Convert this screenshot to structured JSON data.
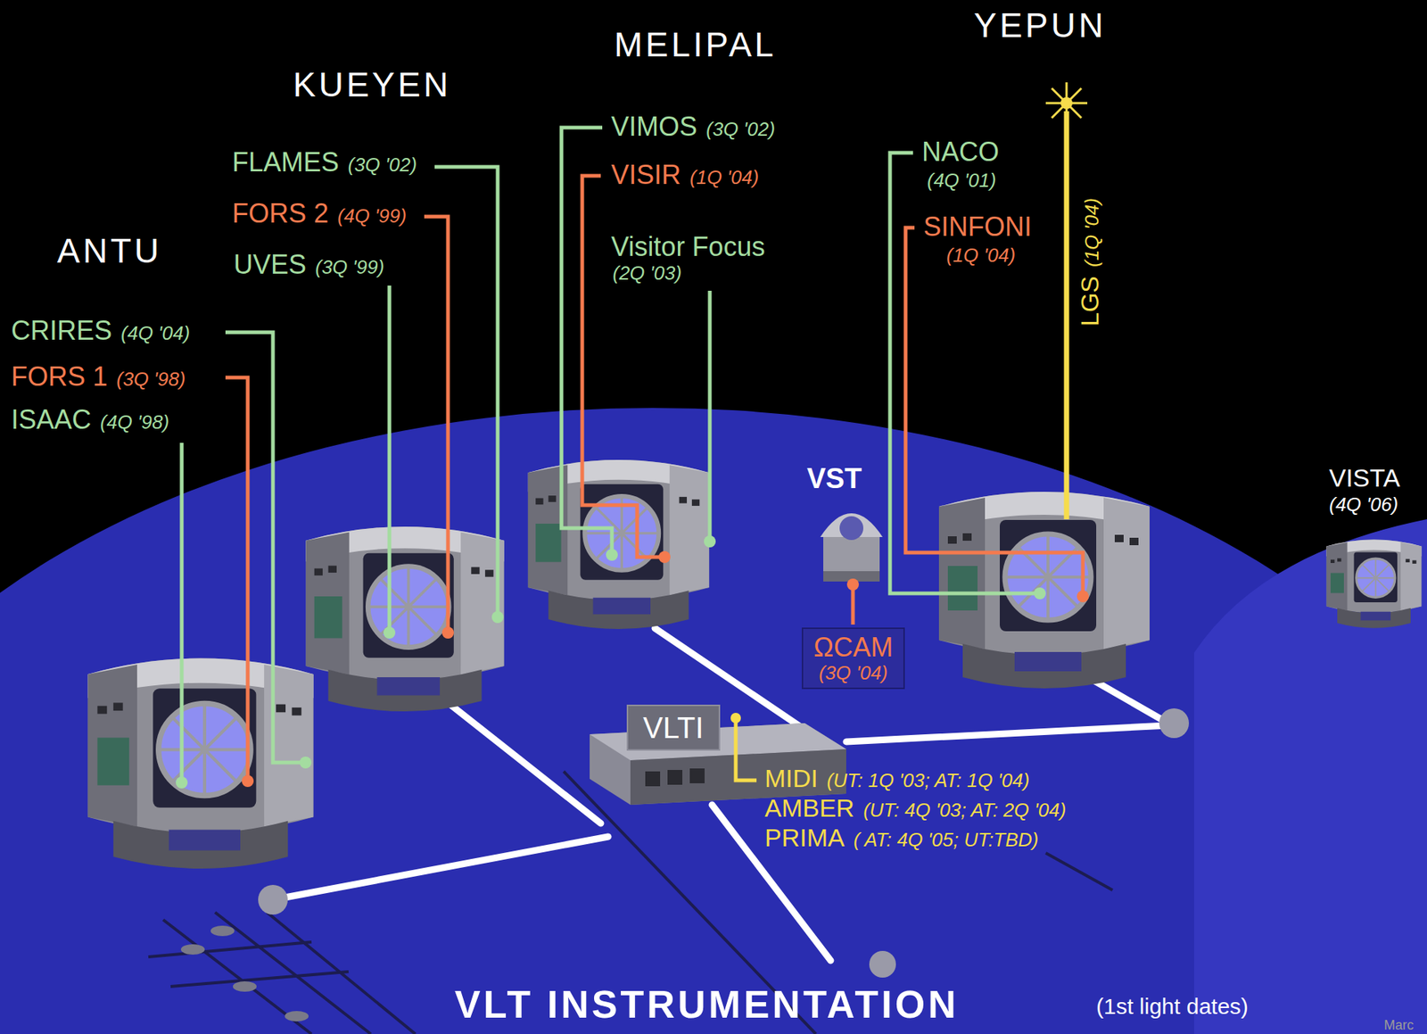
{
  "diagram": {
    "title": "VLT INSTRUMENTATION",
    "caption": "(1st light dates)",
    "nodes": [
      {
        "text": [
          "ΩCAM",
          "(3Q '04)"
        ]
      },
      {
        "text": [
          "VLTI"
        ]
      }
    ],
    "labels": [
      "ANTU",
      "CRIRES",
      "(4Q '04)",
      "FORS 1",
      "(3Q '98)",
      "ISAAC",
      "(4Q '98)",
      "KUEYEN",
      "FLAMES",
      "(3Q '02)",
      "FORS 2",
      "(4Q '99)",
      "UVES",
      "(3Q '99)",
      "MELIPAL",
      "VIMOS",
      "(3Q '02)",
      "VISIR",
      "(1Q '04)",
      "Visitor Focus",
      "(2Q '03)",
      "YEPUN",
      "NACO",
      "(4Q '01)",
      "SINFONI",
      "(1Q '04)",
      "LGS",
      "(1Q '04)",
      "VST",
      "VISTA",
      "(4Q '06)",
      "MIDI",
      "(UT: 1Q '03; AT: 1Q '04)",
      "AMBER",
      "(UT: 4Q '03; AT: 2Q '04)",
      "PRIMA",
      "( AT: 4Q '05; UT:TBD)",
      "Marc"
    ]
  }
}
